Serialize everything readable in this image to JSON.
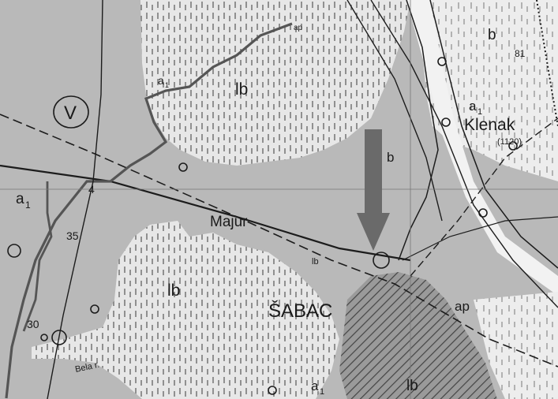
{
  "map": {
    "labels": {
      "roman_v": "V",
      "majur": "Majur",
      "sabac": "ŠABAC",
      "klenak": "Klenak",
      "klenak_elev": "(1120)",
      "lb_north": "lb",
      "lb_west": "lb",
      "lb_south": "lb",
      "lb_small": "lb",
      "b_ne": "b",
      "b_river": "b",
      "a1_west": "a",
      "a1_north": "a",
      "a1_ne": "a",
      "a1_south": "a",
      "sub1": "1",
      "ap": "ap",
      "ap_north": "ap",
      "n35": "35",
      "n30": "30",
      "n4": "4",
      "n81": "81",
      "bela_reka": "Bela r."
    },
    "colors": {
      "land_gray": "#b9b9b9",
      "light_area": "#e7e7e7",
      "town_dark": "#8e8e8e",
      "river_light": "#f2f2f2",
      "line": "#1c1c1c",
      "arrow": "#6a6a6a"
    }
  }
}
